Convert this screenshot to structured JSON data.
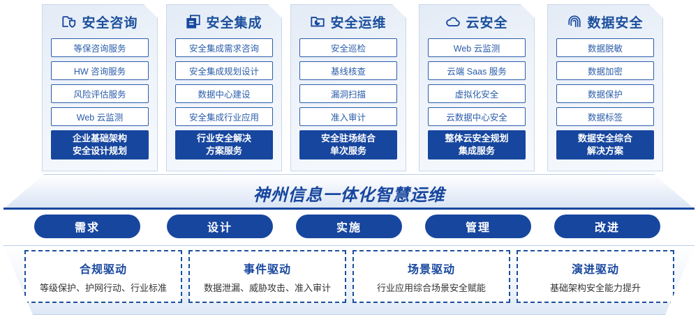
{
  "pillars": [
    {
      "title": "安全咨询",
      "icon": "folder-shield-icon",
      "services": [
        "等保咨询服务",
        "HW 咨询服务",
        "风险评估服务",
        "Web 云监测"
      ],
      "highlight": [
        "企业基础架构",
        "安全设计规划"
      ]
    },
    {
      "title": "安全集成",
      "icon": "stacked-documents-icon",
      "services": [
        "安全集成需求咨询",
        "安全集成规划设计",
        "数据中心建设",
        "安全集成行业应用"
      ],
      "highlight": [
        "行业安全解决",
        "方案服务"
      ]
    },
    {
      "title": "安全运维",
      "icon": "folder-pie-chart-icon",
      "services": [
        "安全巡检",
        "基线核查",
        "漏洞扫描",
        "准入审计"
      ],
      "highlight": [
        "安全驻场结合",
        "单次服务"
      ]
    },
    {
      "title": "云安全",
      "icon": "cloud-icon",
      "services": [
        "Web 云监测",
        "云端 Saas 服务",
        "虚拟化安全",
        "云数据中心安全"
      ],
      "highlight": [
        "整体云安全规划",
        "集成服务"
      ]
    },
    {
      "title": "数据安全",
      "icon": "fingerprint-icon",
      "services": [
        "数据脱敏",
        "数据加密",
        "数据保护",
        "数据标签"
      ],
      "highlight": [
        "数据安全综合",
        "解决方案"
      ]
    }
  ],
  "banner": {
    "text": "神州信息一体化智慧运维"
  },
  "phases": [
    {
      "label": "需求"
    },
    {
      "label": "设计"
    },
    {
      "label": "实施"
    },
    {
      "label": "管理"
    },
    {
      "label": "改进"
    }
  ],
  "drivers": [
    {
      "title": "合规驱动",
      "desc": "等级保护、护网行动、行业标准"
    },
    {
      "title": "事件驱动",
      "desc": "数据泄漏、威胁攻击、准入审计"
    },
    {
      "title": "场景驱动",
      "desc": "行业应用综合场景安全赋能"
    },
    {
      "title": "演进驱动",
      "desc": "基础架构安全能力提升"
    }
  ],
  "colors": {
    "brand_blue": "#17469e",
    "title_blue": "#1b4f9c",
    "outline_blue": "#2a5caa",
    "card_bg_top": "#e3ebf6"
  }
}
